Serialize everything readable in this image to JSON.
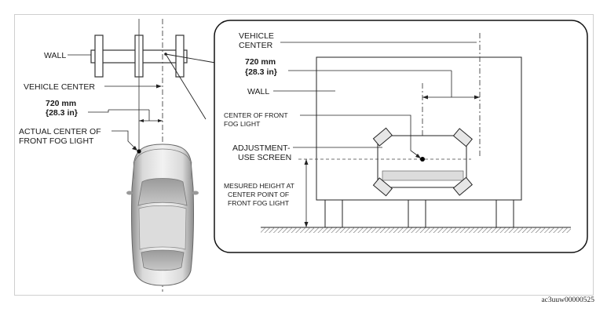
{
  "left_view": {
    "wall_label": "WALL",
    "vehicle_center_label": "VEHICLE CENTER",
    "distance_mm": "720 mm",
    "distance_in": "{28.3 in}",
    "actual_center_label_1": "ACTUAL CENTER OF",
    "actual_center_label_2": "FRONT FOG LIGHT"
  },
  "detail_view": {
    "vehicle_center_label_1": "VEHICLE",
    "vehicle_center_label_2": "CENTER",
    "distance_mm": "720 mm",
    "distance_in": "{28.3 in}",
    "wall_label": "WALL",
    "fog_center_label_1": "CENTER OF FRONT",
    "fog_center_label_2": "FOG LIGHT",
    "screen_label_1": "ADJUSTMENT-",
    "screen_label_2": "USE SCREEN",
    "height_label_1": "MESURED HEIGHT AT",
    "height_label_2": "CENTER POINT OF",
    "height_label_3": "FRONT FOG LIGHT"
  },
  "figure_code": "ac3uuw00000525"
}
